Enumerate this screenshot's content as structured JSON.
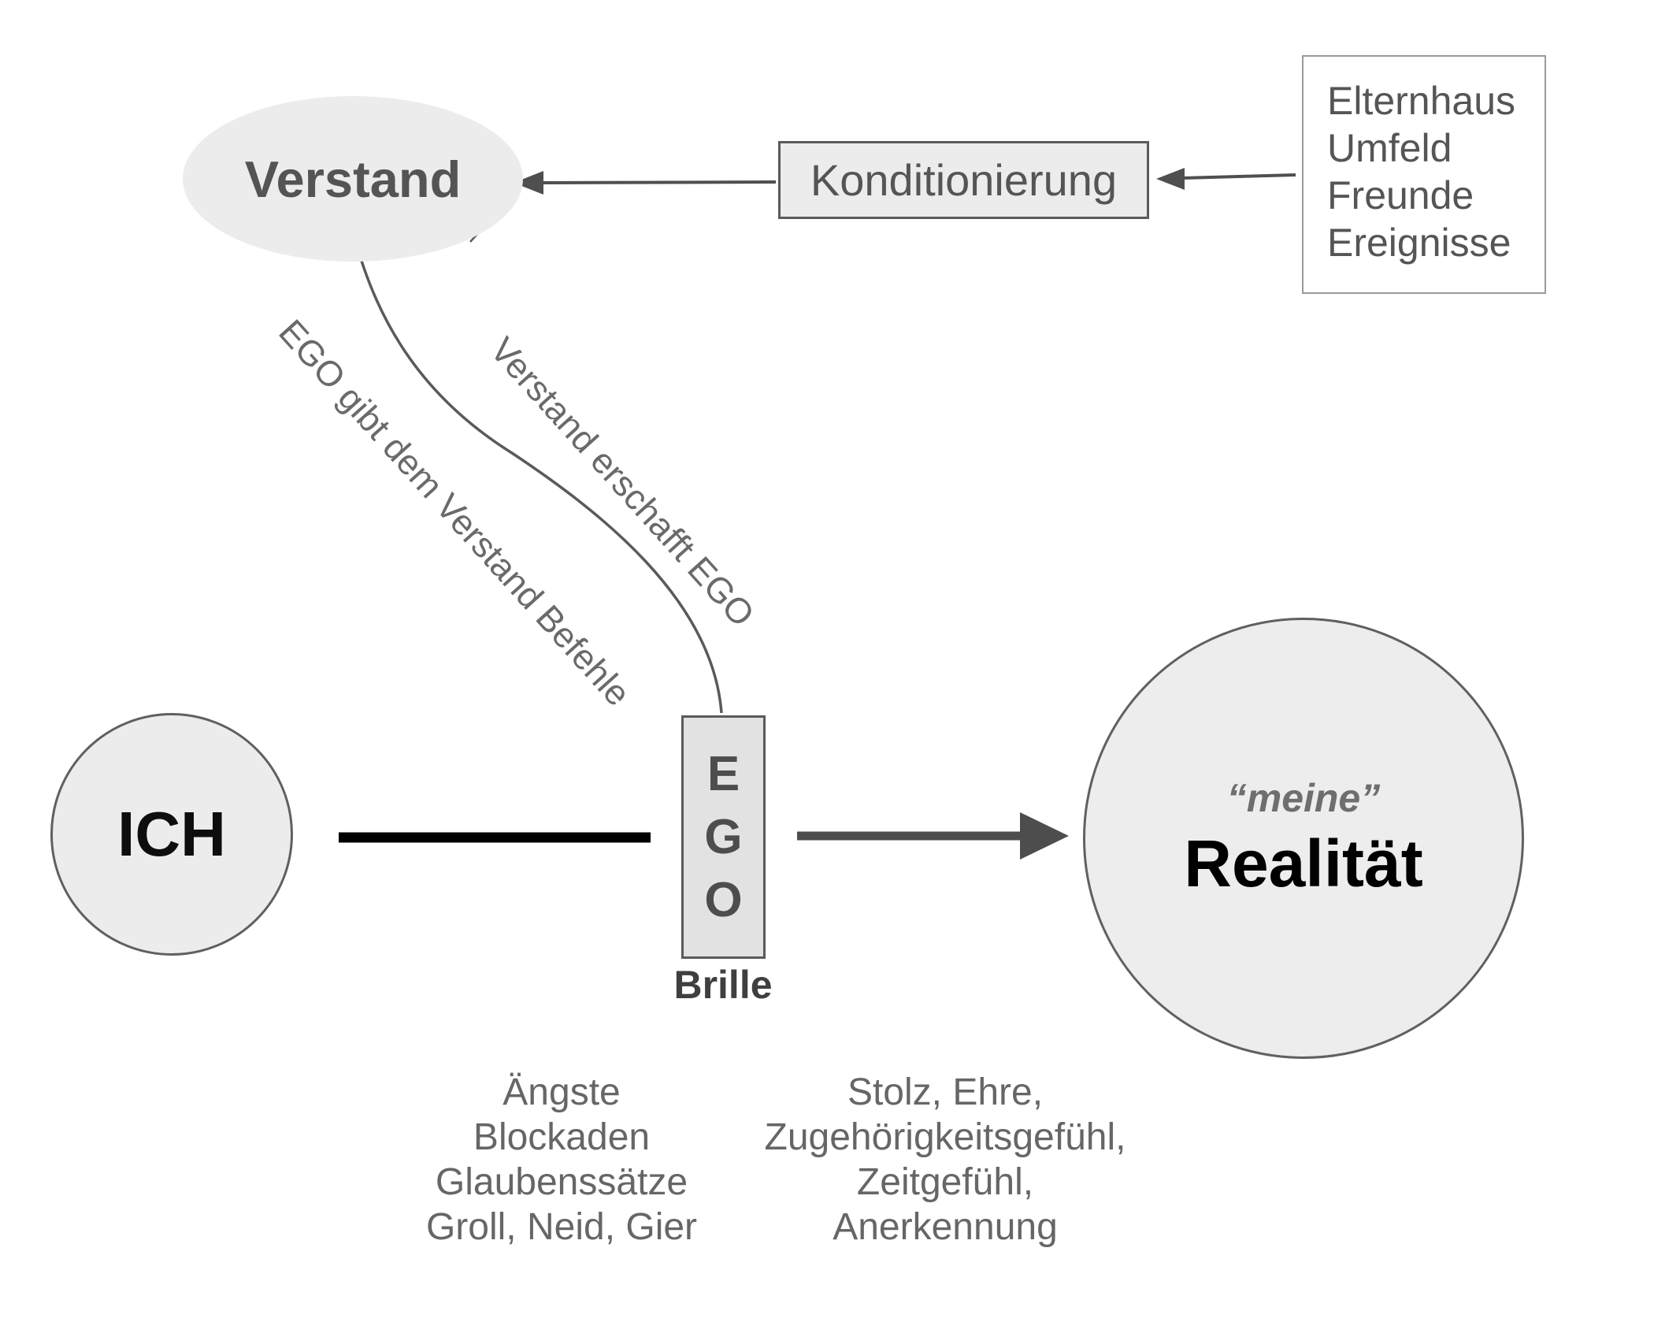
{
  "colors": {
    "shape_fill": "#ececec",
    "ego_fill": "#e2e2e2",
    "shape_border": "#5a5a5a",
    "light_border": "#9a9a9a",
    "arrow_gray": "#4d4d4d",
    "line_black": "#000000",
    "text_gray": "#666666"
  },
  "nodes": {
    "verstand": {
      "label": "Verstand"
    },
    "konditionierung": {
      "label": "Konditionierung"
    },
    "sources": {
      "lines": [
        "Elternhaus",
        "Umfeld",
        "Freunde",
        "Ereignisse"
      ]
    },
    "ich": {
      "label": "ICH"
    },
    "ego": {
      "letters": [
        "E",
        "G",
        "O"
      ],
      "caption": "Brille"
    },
    "realitaet": {
      "qualifier": "“meine”",
      "label": "Realität"
    }
  },
  "edge_labels": {
    "ego_commands": "EGO gibt dem Verstand Befehle",
    "mind_creates": "Verstand erschafft EGO"
  },
  "annotations": {
    "negative_list": [
      "Ängste",
      "Blockaden",
      "Glaubenssätze",
      "Groll, Neid, Gier"
    ],
    "positive_list": [
      "Stolz, Ehre,",
      "Zugehörigkeitsgefühl,",
      "Zeitgefühl,",
      "Anerkennung"
    ]
  }
}
